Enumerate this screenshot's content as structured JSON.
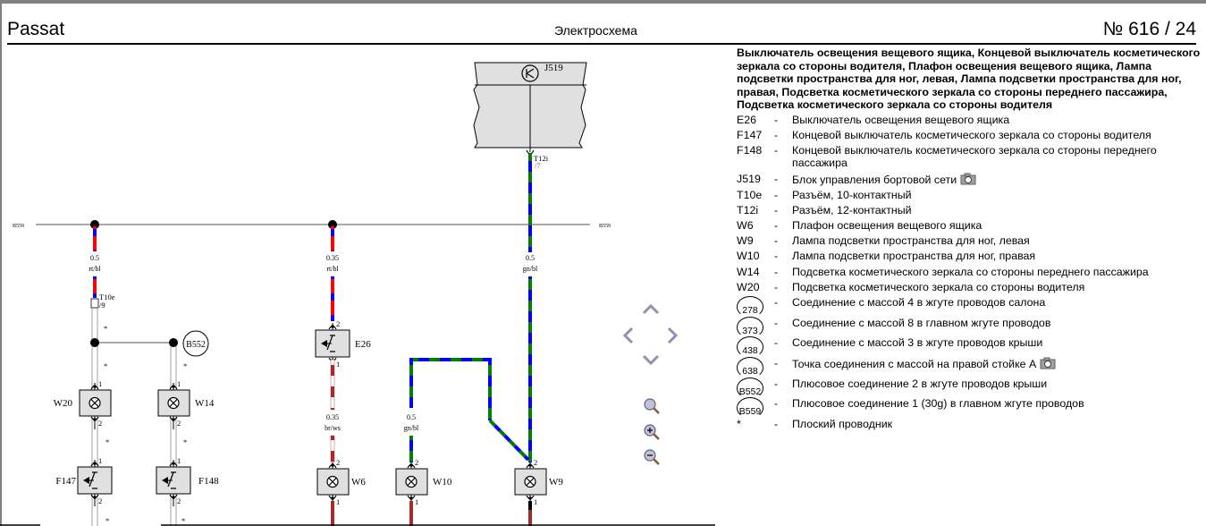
{
  "header": {
    "brand": "Passat",
    "doc_type": "Электросхема",
    "doc_number": "№  616 / 24"
  },
  "legend": {
    "title": "Выключатель освещения вещевого ящика, Концевой выключатель косметического зеркала со стороны водителя, Плафон освещения вещевого ящика, Лампа подсветки пространства для ног, левая, Лампа подсветки пространства для ног, правая, Подсветка косметического зеркала со стороны переднего пассажира, Подсветка косметического зеркала со стороны водителя",
    "dash": "-",
    "items": [
      {
        "code": "E26",
        "desc": "Выключатель освещения вещевого ящика"
      },
      {
        "code": "F147",
        "desc": "Концевой выключатель косметического зеркала со стороны водителя"
      },
      {
        "code": "F148",
        "desc": "Концевой выключатель косметического зеркала со стороны переднего пассажира"
      },
      {
        "code": "J519",
        "desc": "Блок управления бортовой сети",
        "camera": true
      },
      {
        "code": "T10e",
        "desc": "Разъём, 10-контактный"
      },
      {
        "code": "T12i",
        "desc": "Разъём, 12-контактный"
      },
      {
        "code": "W6",
        "desc": "Плафон освещения вещевого ящика"
      },
      {
        "code": "W9",
        "desc": "Лампа подсветки пространства для ног, левая"
      },
      {
        "code": "W10",
        "desc": "Лампа подсветки пространства для ног, правая"
      },
      {
        "code": "W14",
        "desc": "Подсветка косметического зеркала со стороны переднего пассажира"
      },
      {
        "code": "W20",
        "desc": "Подсветка косметического зеркала со стороны водителя"
      }
    ],
    "ground_items": [
      {
        "code": "278",
        "desc": "Соединение с массой 4 в жгуте проводов салона"
      },
      {
        "code": "373",
        "desc": "Соединение с массой 8 в главном жгуте проводов"
      },
      {
        "code": "438",
        "desc": "Соединение с массой 3 в жгуте проводов крыши"
      },
      {
        "code": "638",
        "desc": "Точка соединения с массой на правой стойке А",
        "camera": true
      },
      {
        "code": "B552",
        "desc": "Плюсовое соединение 2 в жгуте проводов крыши"
      },
      {
        "code": "B559",
        "desc": "Плюсовое соединение 1 (30g) в главном жгуте проводов"
      }
    ],
    "footnote": {
      "code": "*",
      "desc": "Плоский проводник"
    }
  },
  "diagram": {
    "bus_label_left": "B559",
    "bus_label_right": "B559",
    "j519": {
      "label": "J519",
      "connector": "T12i",
      "pin": "/7"
    },
    "wires": [
      {
        "id": "w1",
        "size": "0.5",
        "color": "rt/bl"
      },
      {
        "id": "w2",
        "size": "0.35",
        "color": "rt/bl"
      },
      {
        "id": "w3",
        "size": "0.5",
        "color": "gn/bl"
      },
      {
        "id": "w4",
        "size": "0.35",
        "color": "br/ws"
      },
      {
        "id": "w5",
        "size": "0.5",
        "color": "gn/bl"
      }
    ],
    "t10e": {
      "label": "T10e",
      "pin": "/9"
    },
    "b552": "B552",
    "components": {
      "W20": "W20",
      "W14": "W14",
      "F147": "F147",
      "F148": "F148",
      "E26": "E26",
      "W6": "W6",
      "W10": "W10",
      "W9": "W9"
    },
    "pins": {
      "p1": "1",
      "p2": "2"
    },
    "flat_marker": "*"
  },
  "colors": {
    "red": "#ff0000",
    "blue": "#0000ff",
    "green": "#008000",
    "brown": "#a52a2a",
    "component_fill": "#e0e0e0",
    "nav_icon": "#a0a0c0"
  },
  "nav": {
    "up": "pan-up",
    "down": "pan-down",
    "left": "pan-left",
    "right": "pan-right",
    "zoom_fit": "zoom-reset",
    "zoom_in": "zoom-in",
    "zoom_out": "zoom-out"
  }
}
